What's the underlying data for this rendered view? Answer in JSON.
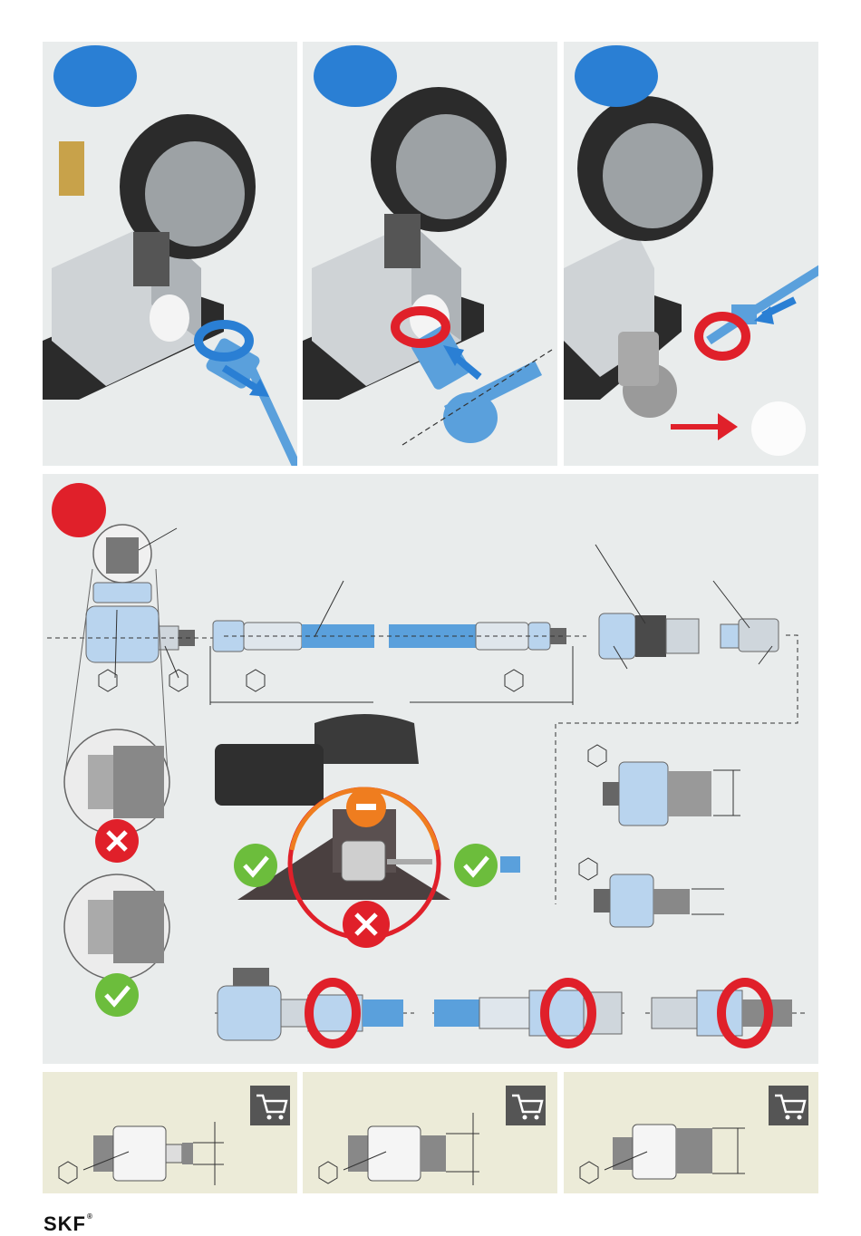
{
  "brand": {
    "logo_text": "SKF",
    "registered": "®"
  },
  "colors": {
    "step_badge": "#2a7fd4",
    "warning_badge": "#e0202a",
    "hose_blue": "#5aa0dc",
    "ok_green": "#6cbd3c",
    "error_red": "#e0202a",
    "minus_orange": "#ef7d1f",
    "panel_bg": "#e9ecec",
    "buy_panel_bg": "#ecebd8",
    "cart_icon_bg": "#555555"
  },
  "steps": [
    {
      "badge_text": "",
      "action": "unscrew-and-remove-hose"
    },
    {
      "badge_text": "",
      "action": "unscrew-and-remove-angle-adapter"
    },
    {
      "badge_text": "",
      "action": "connect-hose-to-coupling"
    }
  ],
  "icons": {
    "rotate": "rotate-arrow-icon",
    "ok": "check-icon",
    "error": "cross-icon",
    "minus": "minus-icon",
    "cart": "shopping-cart-icon",
    "wrench_size": "hexagon-icon"
  }
}
